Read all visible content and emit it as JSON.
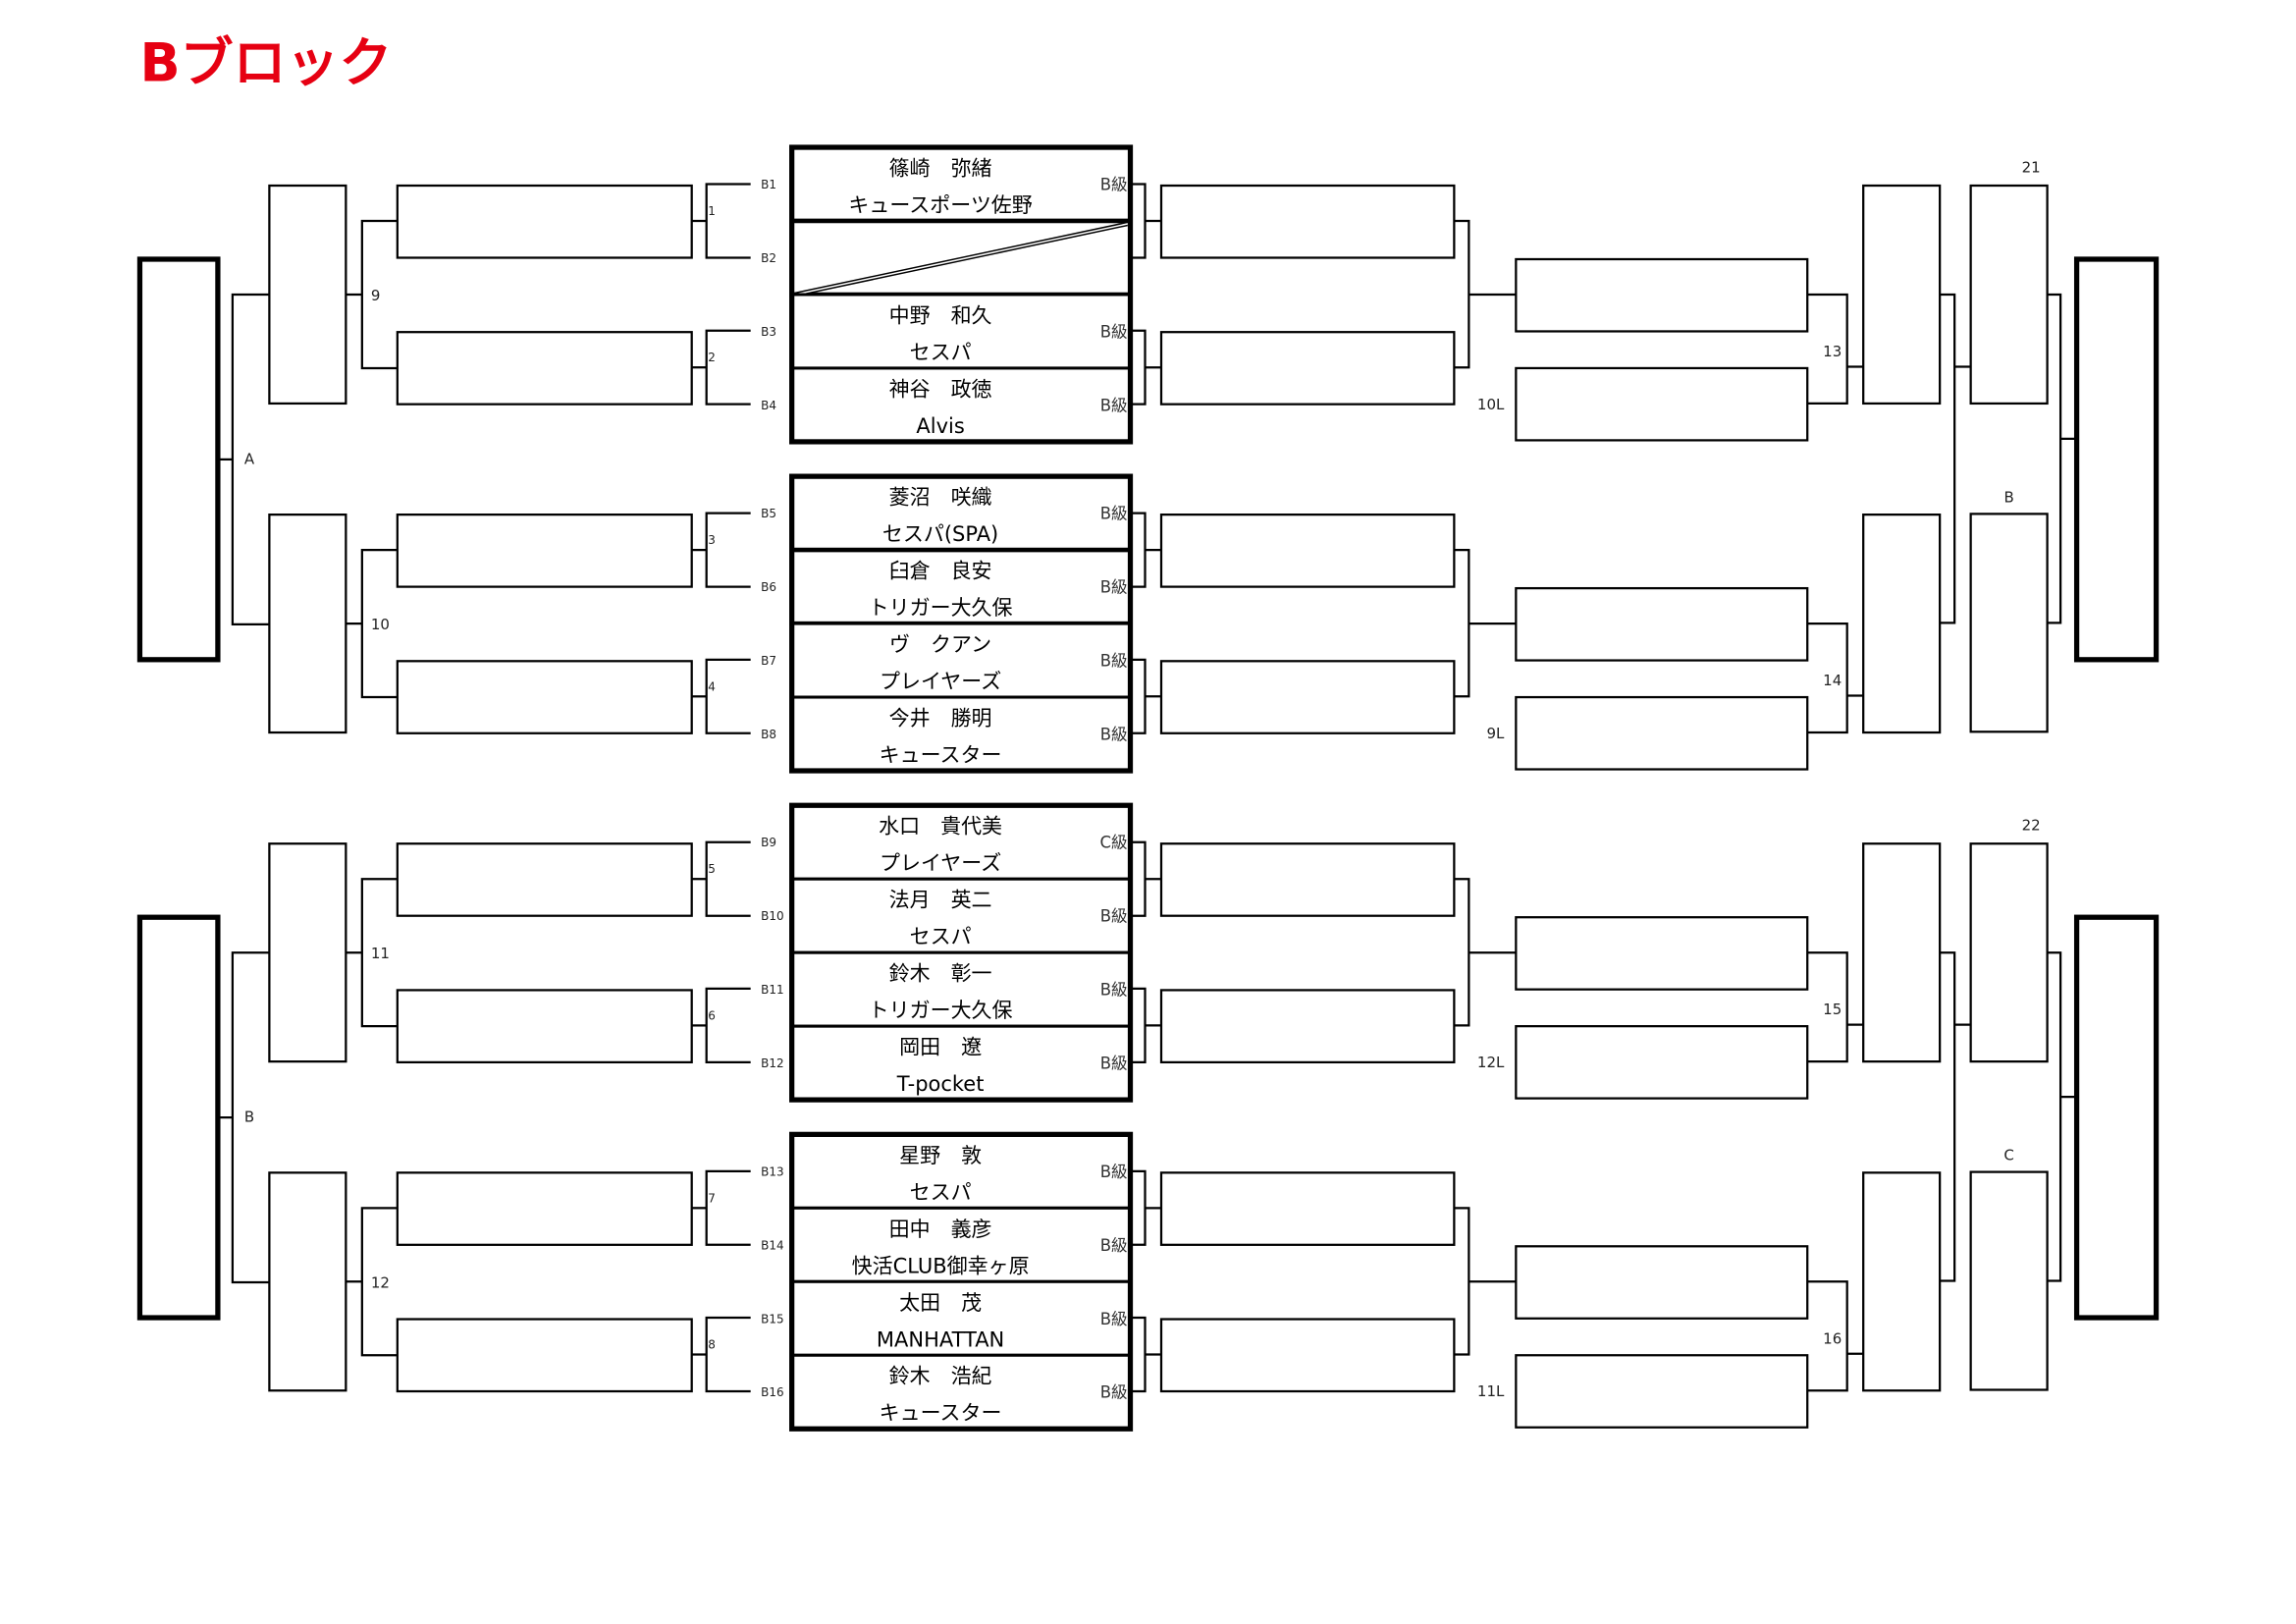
{
  "title": "Bブロック",
  "colors": {
    "title": "#e60012",
    "line": "#000000"
  },
  "entries": [
    {
      "seed": "B1",
      "name": "篠崎　弥緒",
      "team": "キュースポーツ佐野",
      "grade": "B級"
    },
    {
      "seed": "B2",
      "name": "",
      "team": "",
      "grade": "",
      "bye": true
    },
    {
      "seed": "B3",
      "name": "中野　和久",
      "team": "セスパ",
      "grade": "B級"
    },
    {
      "seed": "B4",
      "name": "神谷　政徳",
      "team": "Alvis",
      "grade": "B級"
    },
    {
      "seed": "B5",
      "name": "菱沼　咲織",
      "team": "セスパ(SPA)",
      "grade": "B級"
    },
    {
      "seed": "B6",
      "name": "臼倉　良安",
      "team": "トリガー大久保",
      "grade": "B級"
    },
    {
      "seed": "B7",
      "name": "ヴ　クアン",
      "team": "プレイヤーズ",
      "grade": "B級"
    },
    {
      "seed": "B8",
      "name": "今井　勝明",
      "team": "キュースター",
      "grade": "B級"
    },
    {
      "seed": "B9",
      "name": "水口　貴代美",
      "team": "プレイヤーズ",
      "grade": "C級"
    },
    {
      "seed": "B10",
      "name": "法月　英二",
      "team": "セスパ",
      "grade": "B級"
    },
    {
      "seed": "B11",
      "name": "鈴木　彰一",
      "team": "トリガー大久保",
      "grade": "B級"
    },
    {
      "seed": "B12",
      "name": "岡田　遼",
      "team": "T-pocket",
      "grade": "B級"
    },
    {
      "seed": "B13",
      "name": "星野　敦",
      "team": "セスパ",
      "grade": "B級"
    },
    {
      "seed": "B14",
      "name": "田中　義彦",
      "team": "快活CLUB御幸ヶ原",
      "grade": "B級"
    },
    {
      "seed": "B15",
      "name": "太田　茂",
      "team": "MANHATTAN",
      "grade": "B級"
    },
    {
      "seed": "B16",
      "name": "鈴木　浩紀",
      "team": "キュースター",
      "grade": "B級"
    }
  ],
  "matches": {
    "round1": [
      "1",
      "2",
      "3",
      "4",
      "5",
      "6",
      "7",
      "8"
    ],
    "round2": [
      "9",
      "10",
      "11",
      "12"
    ],
    "winners_final": [
      "A",
      "B"
    ],
    "losers_round": [
      "13",
      "14",
      "15",
      "16"
    ],
    "losers_entry": [
      "10L",
      "9L",
      "12L",
      "11L"
    ],
    "losers_final": [
      "21",
      "B",
      "22",
      "C"
    ]
  }
}
